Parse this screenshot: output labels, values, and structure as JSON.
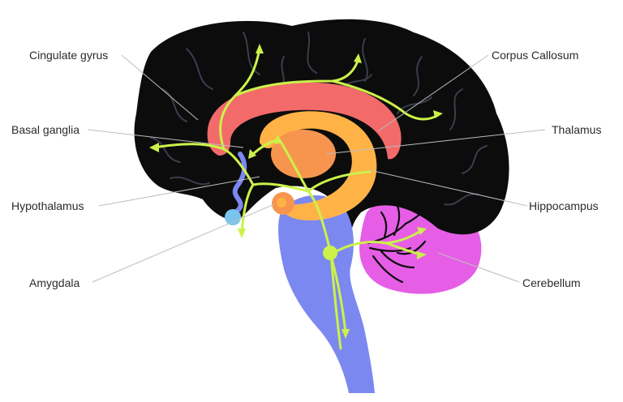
{
  "labels": {
    "cingulate_gyrus": "Cingulate gyrus",
    "basal_ganglia": "Basal ganglia",
    "hypothalamus": "Hypothalamus",
    "amygdala": "Amygdala",
    "corpus_callosum": "Corpus Callosum",
    "thalamus": "Thalamus",
    "hippocampus": "Hippocampus",
    "cerebellum": "Cerebellum"
  },
  "colors": {
    "cortex": "#0c0c0c",
    "corpus_callosum": "#f36a6a",
    "fornix_hippocampus": "#ffb347",
    "thalamus": "#f7954f",
    "brainstem": "#7b88f0",
    "cerebellum": "#e65ee6",
    "pathway": "#ccf24a",
    "hypothalamus_node": "#79c5ee"
  }
}
